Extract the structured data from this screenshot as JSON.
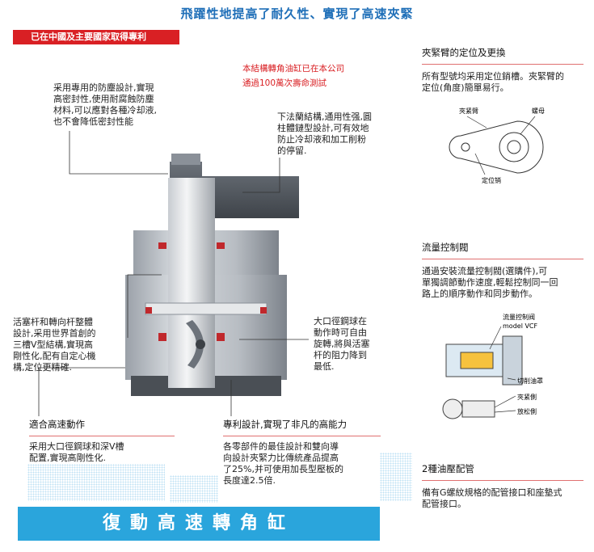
{
  "title": "飛躍性地提高了耐久性、實現了高速夾緊",
  "patent_badge": "已在中國及主要國家取得專利",
  "test_note": [
    "本結構轉角油缸已在本公司",
    "通過100萬次壽命測試"
  ],
  "callouts": {
    "seal": [
      "采用專用的防塵設計,實現",
      "高密封性,使用耐腐蝕防塵",
      "材料,可以應對各種冷却液,",
      "也不會降低密封性能"
    ],
    "flange": [
      "下法蘭結構,通用性强,圓",
      "柱體鏈型設計,可有效地",
      "防止冷却液和加工削粉",
      "的停留."
    ],
    "piston": [
      "活塞杆和轉向杆整體",
      "設計,采用世界首創的",
      "三槽V型結構,實現高",
      "剛性化,配有自定心機",
      "構,定位更精確."
    ],
    "ball": [
      "大口徑鋼球在",
      "動作時可自由",
      "旋轉,將與活塞",
      "杆的阻力降到",
      "最低."
    ]
  },
  "bottom_left": {
    "heading": "適合高速動作",
    "body": [
      "采用大口徑鋼球和深V槽",
      "配置,實現高剛性化."
    ]
  },
  "bottom_mid": {
    "heading": "專利設計,實現了非凡的高能力",
    "body": [
      "各零部件的最佳設計和雙向導",
      "向設計夾緊力比傳統產品提高",
      "了25%,并可使用加長型壓板的",
      "長度達2.5倍."
    ]
  },
  "right": {
    "arm": {
      "heading": "夾緊臂的定位及更換",
      "body": [
        "所有型號均采用定位銷槽。夾緊臂的",
        "定位(角度)簡單易行。"
      ],
      "labels": {
        "arm": "夾紧臂",
        "nut": "螺母",
        "pin": "定位销"
      }
    },
    "flow": {
      "heading": "流量控制閥",
      "body": [
        "通過安裝流量控制閥(選購件),可",
        "單獨調節動作速度,輕鬆控制同一回",
        "路上的順序動作和同步動作。"
      ],
      "labels": {
        "valve": "流量控制阀",
        "model": "model VCF",
        "cut": "切削油罩",
        "clamp": "夾紧側",
        "release": "放松側"
      }
    },
    "piping": {
      "heading": "2種油壓配管",
      "body": [
        "備有G螺紋規格的配管接口和座墊式",
        "配管接口。"
      ]
    }
  },
  "banner": "復動高速轉角缸",
  "colors": {
    "title_blue": "#1f6fb8",
    "red": "#d92024",
    "banner_blue": "#2aa5dc"
  }
}
